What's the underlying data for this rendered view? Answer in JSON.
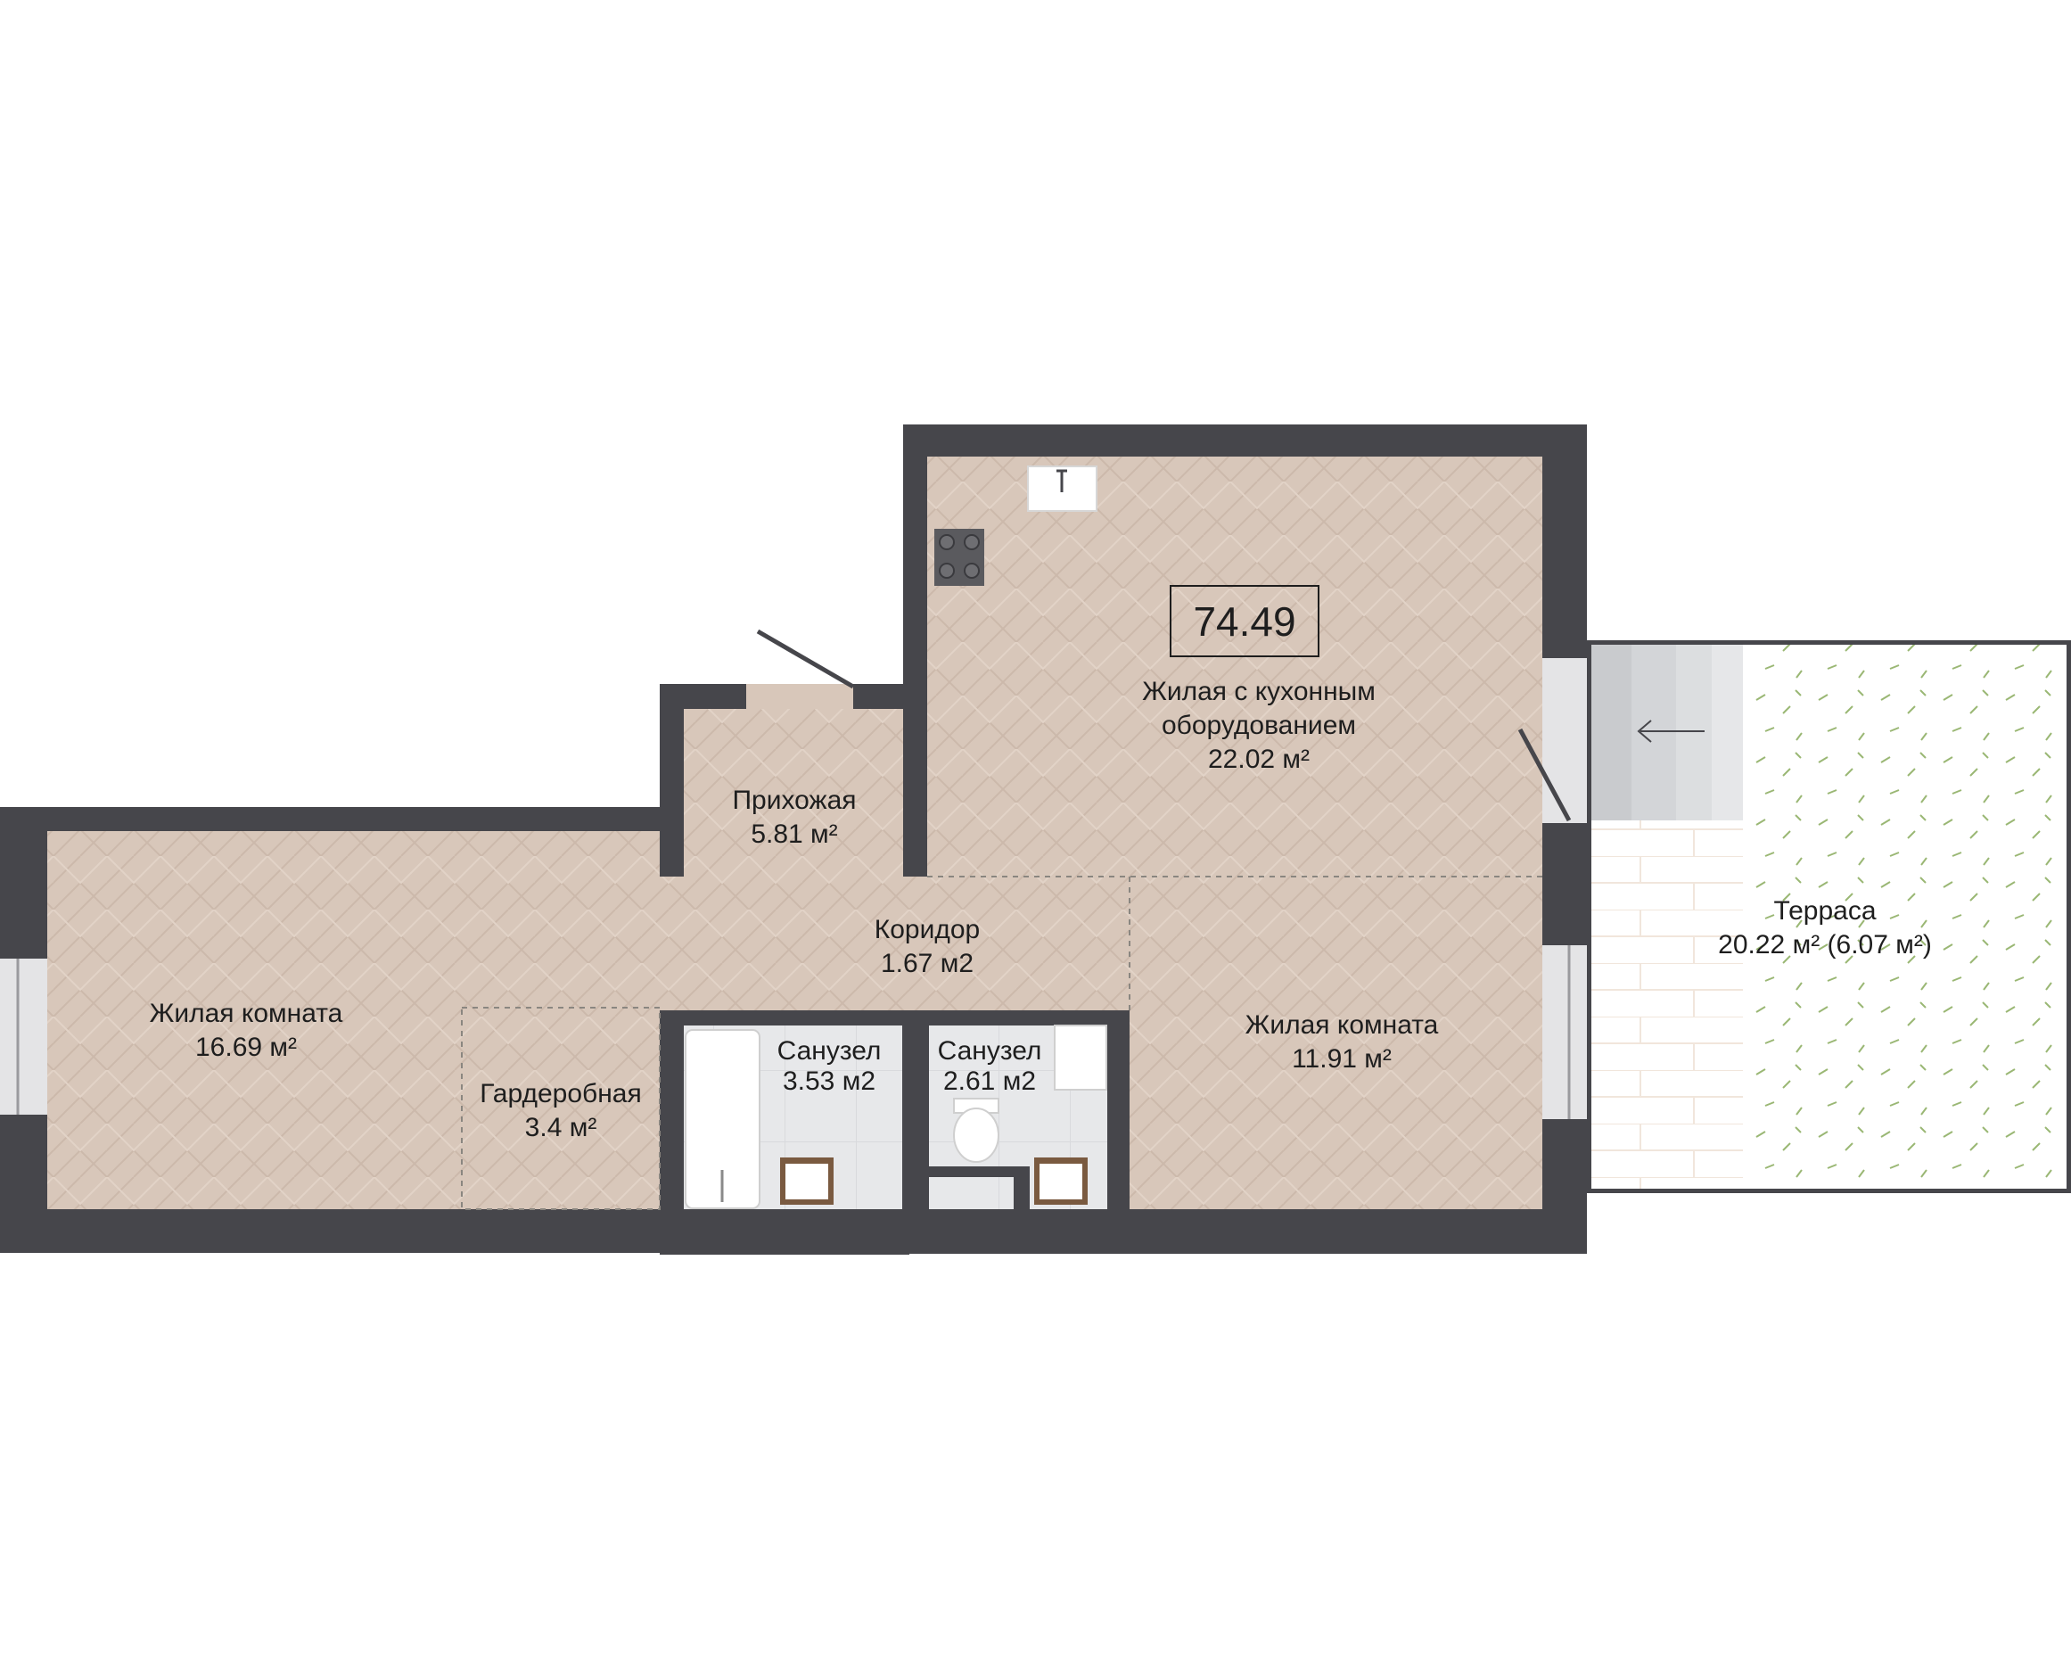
{
  "plan": {
    "total_area": "74.49",
    "colors": {
      "wall": "#46464b",
      "floor": "#d8c7ba",
      "bath_tile": "#e7e8ea",
      "terrace": "#ffffff",
      "terrace_accent": "#9ab774",
      "stairs": "#c9cbce"
    },
    "rooms": {
      "kitchen": {
        "name_line1": "Жилая с кухонным",
        "name_line2": "оборудованием",
        "area": "22.02 м²"
      },
      "hallway": {
        "name": "Прихожая",
        "area": "5.81 м²"
      },
      "corridor": {
        "name": "Коридор",
        "area": "1.67 м2"
      },
      "living_left": {
        "name": "Жилая комната",
        "area": "16.69 м²"
      },
      "wardrobe": {
        "name": "Гардеробная",
        "area": "3.4 м²"
      },
      "bath1": {
        "name": "Санузел",
        "area": "3.53 м2"
      },
      "bath2": {
        "name": "Санузел",
        "area": "2.61 м2"
      },
      "living_right": {
        "name": "Жилая комната",
        "area": "11.91 м²"
      },
      "terrace": {
        "name": "Терраса",
        "area": "20.22 м² (6.07 м²)"
      }
    }
  }
}
